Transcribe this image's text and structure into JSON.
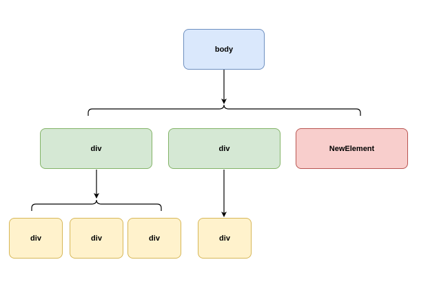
{
  "diagram": {
    "root": {
      "label": "body",
      "color": "#dae8fc"
    },
    "level1": [
      {
        "label": "div",
        "color": "#d5e8d4"
      },
      {
        "label": "div",
        "color": "#d5e8d4"
      },
      {
        "label": "NewElement",
        "color": "#f8cecc"
      }
    ],
    "level2_first": [
      {
        "label": "div",
        "color": "#fff2cc"
      },
      {
        "label": "div",
        "color": "#fff2cc"
      },
      {
        "label": "div",
        "color": "#fff2cc"
      }
    ],
    "level2_second": [
      {
        "label": "div",
        "color": "#fff2cc"
      }
    ]
  }
}
